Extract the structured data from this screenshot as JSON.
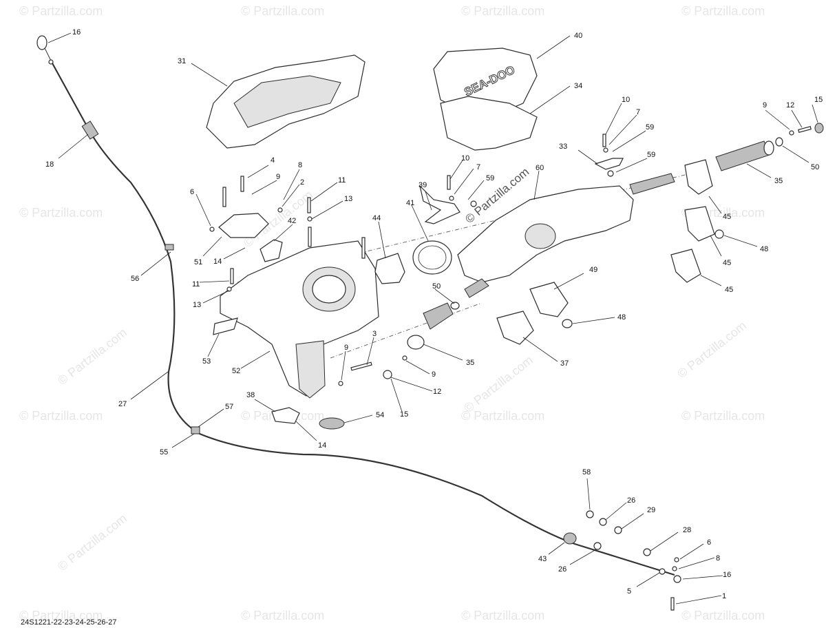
{
  "watermark": {
    "text": "© Partzilla.com"
  },
  "brand_logo": {
    "text": "SEA-DOO"
  },
  "diagram_code": "24S1221-22-23-24-25-26-27",
  "callouts": [
    {
      "id": "c-16-top",
      "label": "16"
    },
    {
      "id": "c-18",
      "label": "18"
    },
    {
      "id": "c-56",
      "label": "56"
    },
    {
      "id": "c-27",
      "label": "27"
    },
    {
      "id": "c-57",
      "label": "57"
    },
    {
      "id": "c-55",
      "label": "55"
    },
    {
      "id": "c-31",
      "label": "31"
    },
    {
      "id": "c-40",
      "label": "40"
    },
    {
      "id": "c-34",
      "label": "34"
    },
    {
      "id": "c-10-a",
      "label": "10"
    },
    {
      "id": "c-7-a",
      "label": "7"
    },
    {
      "id": "c-59-a",
      "label": "59"
    },
    {
      "id": "c-33",
      "label": "33"
    },
    {
      "id": "c-59-b",
      "label": "59"
    },
    {
      "id": "c-60",
      "label": "60"
    },
    {
      "id": "c-9-a",
      "label": "9"
    },
    {
      "id": "c-12-a",
      "label": "12"
    },
    {
      "id": "c-15-a",
      "label": "15"
    },
    {
      "id": "c-50-a",
      "label": "50"
    },
    {
      "id": "c-35-a",
      "label": "35"
    },
    {
      "id": "c-45-a",
      "label": "45"
    },
    {
      "id": "c-48-a",
      "label": "48"
    },
    {
      "id": "c-45-b",
      "label": "45"
    },
    {
      "id": "c-45-c",
      "label": "45"
    },
    {
      "id": "c-4",
      "label": "4"
    },
    {
      "id": "c-8-a",
      "label": "8"
    },
    {
      "id": "c-9-b",
      "label": "9"
    },
    {
      "id": "c-2",
      "label": "2"
    },
    {
      "id": "c-6-a",
      "label": "6"
    },
    {
      "id": "c-11-a",
      "label": "11"
    },
    {
      "id": "c-13-a",
      "label": "13"
    },
    {
      "id": "c-42",
      "label": "42"
    },
    {
      "id": "c-51",
      "label": "51"
    },
    {
      "id": "c-14-a",
      "label": "14"
    },
    {
      "id": "c-11-b",
      "label": "11"
    },
    {
      "id": "c-13-b",
      "label": "13"
    },
    {
      "id": "c-10-b",
      "label": "10"
    },
    {
      "id": "c-7-b",
      "label": "7"
    },
    {
      "id": "c-59-c",
      "label": "59"
    },
    {
      "id": "c-39",
      "label": "39"
    },
    {
      "id": "c-41",
      "label": "41"
    },
    {
      "id": "c-44",
      "label": "44"
    },
    {
      "id": "c-49",
      "label": "49"
    },
    {
      "id": "c-50-b",
      "label": "50"
    },
    {
      "id": "c-48-b",
      "label": "48"
    },
    {
      "id": "c-35-b",
      "label": "35"
    },
    {
      "id": "c-37",
      "label": "37"
    },
    {
      "id": "c-53",
      "label": "53"
    },
    {
      "id": "c-52",
      "label": "52"
    },
    {
      "id": "c-9-c",
      "label": "9"
    },
    {
      "id": "c-3",
      "label": "3"
    },
    {
      "id": "c-9-d",
      "label": "9"
    },
    {
      "id": "c-12-b",
      "label": "12"
    },
    {
      "id": "c-15-b",
      "label": "15"
    },
    {
      "id": "c-38",
      "label": "38"
    },
    {
      "id": "c-14-b",
      "label": "14"
    },
    {
      "id": "c-54",
      "label": "54"
    },
    {
      "id": "c-58",
      "label": "58"
    },
    {
      "id": "c-26-a",
      "label": "26"
    },
    {
      "id": "c-29",
      "label": "29"
    },
    {
      "id": "c-28",
      "label": "28"
    },
    {
      "id": "c-43",
      "label": "43"
    },
    {
      "id": "c-26-b",
      "label": "26"
    },
    {
      "id": "c-6-b",
      "label": "6"
    },
    {
      "id": "c-8-b",
      "label": "8"
    },
    {
      "id": "c-16-bottom",
      "label": "16"
    },
    {
      "id": "c-5",
      "label": "5"
    },
    {
      "id": "c-1",
      "label": "1"
    }
  ]
}
